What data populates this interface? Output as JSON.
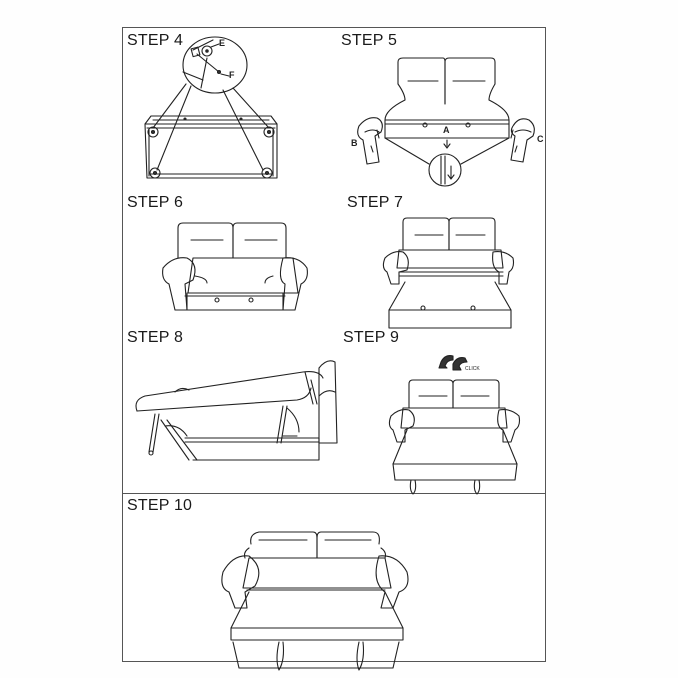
{
  "document": {
    "type": "assembly-instructions",
    "subject": "sofa bed",
    "steps": [
      {
        "id": "step4",
        "label": "STEP 4",
        "callouts": [
          "E",
          "F"
        ]
      },
      {
        "id": "step5",
        "label": "STEP 5",
        "callouts": [
          "A",
          "B",
          "C"
        ]
      },
      {
        "id": "step6",
        "label": "STEP 6",
        "callouts": []
      },
      {
        "id": "step7",
        "label": "STEP 7",
        "callouts": []
      },
      {
        "id": "step8",
        "label": "STEP 8",
        "callouts": []
      },
      {
        "id": "step9",
        "label": "STEP 9",
        "callouts": [
          "CLICK"
        ]
      },
      {
        "id": "step10",
        "label": "STEP 10",
        "callouts": []
      }
    ]
  },
  "colors": {
    "ink": "#222222",
    "border": "#555555",
    "paper": "#ffffff"
  }
}
